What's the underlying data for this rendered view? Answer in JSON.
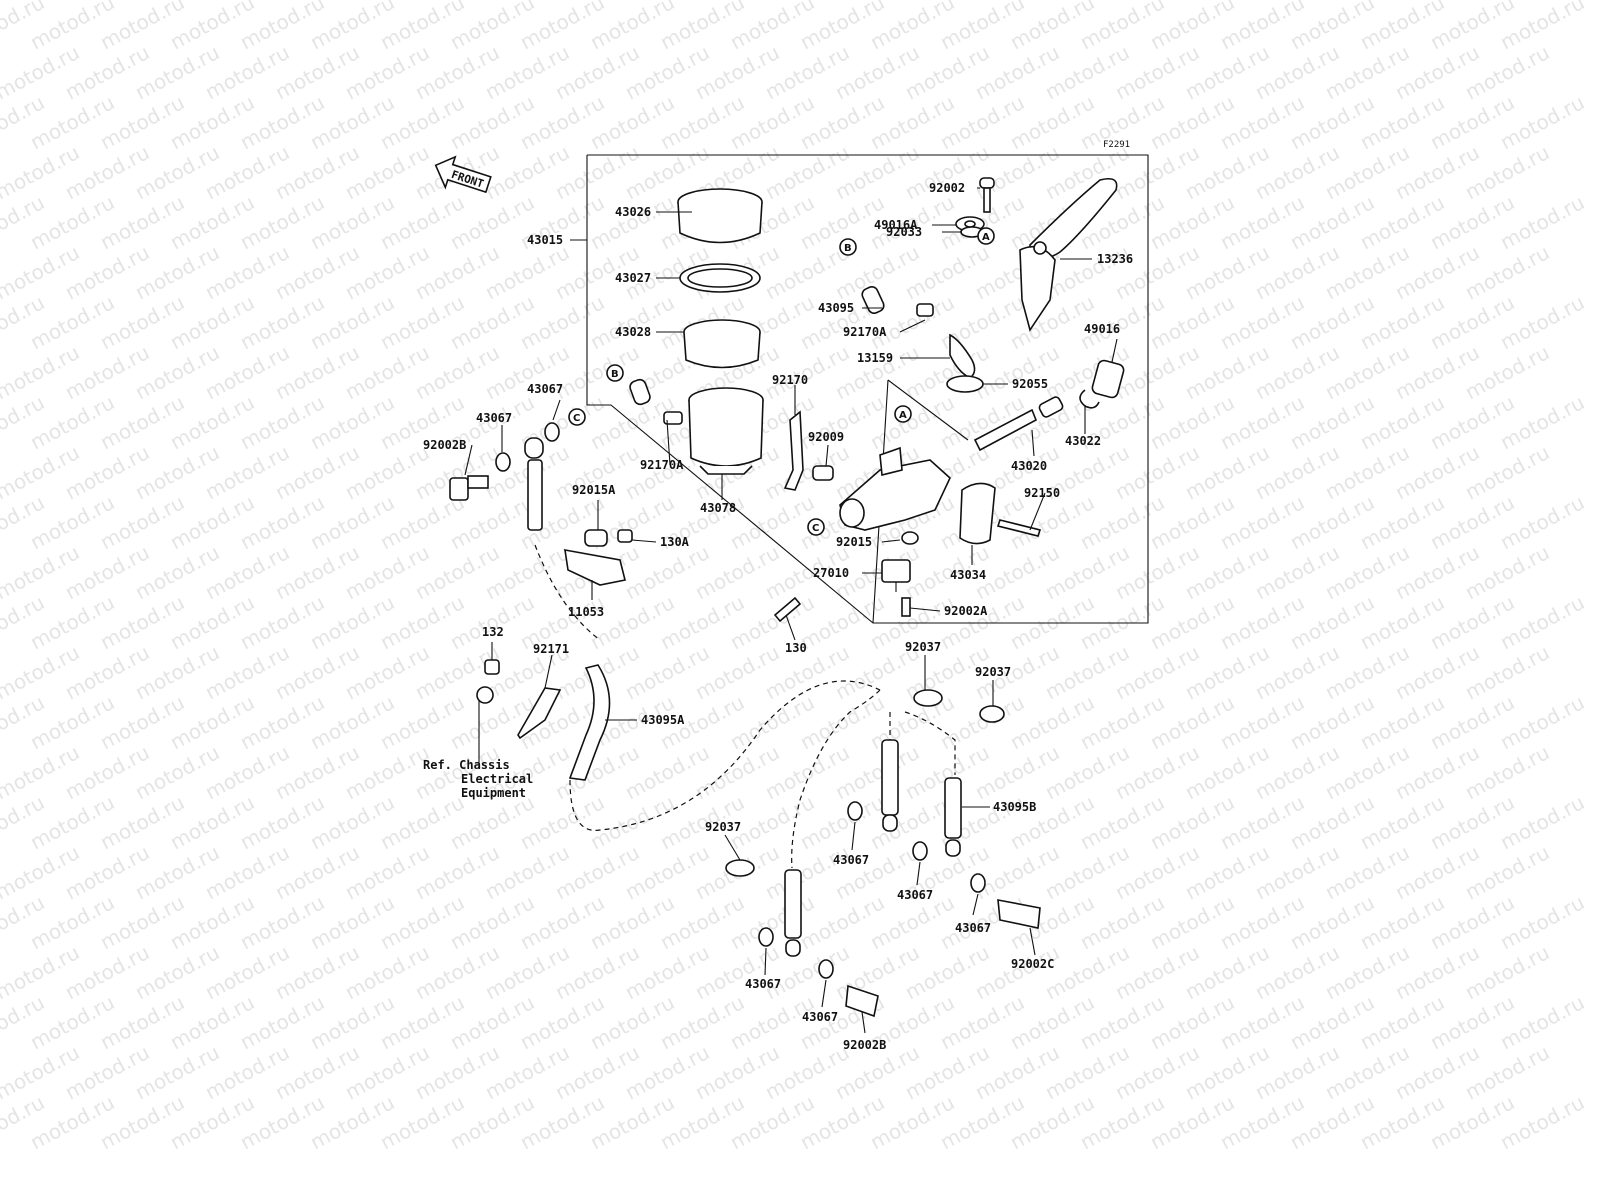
{
  "diagram": {
    "code": "F2291",
    "front_label": "FRONT",
    "watermark": "motod.ru",
    "markers": {
      "a": "A",
      "b": "B",
      "c": "C"
    },
    "reference_note": [
      "Ref. Chassis",
      "Electrical",
      "Equipment"
    ],
    "labels": {
      "p43026": "43026",
      "p43015": "43015",
      "p43027": "43027",
      "p43028": "43028",
      "p92002": "92002",
      "p49016A": "49016A",
      "p92033": "92033",
      "p13236": "13236",
      "p43095": "43095",
      "p92170A_top": "92170A",
      "p13159": "13159",
      "p49016": "49016",
      "p92055": "92055",
      "p92170": "92170",
      "p43067_a": "43067",
      "p43067_b": "43067",
      "p92002B_top": "92002B",
      "p92170A_left": "92170A",
      "p92009": "92009",
      "p43022": "43022",
      "p43020": "43020",
      "p92015A": "92015A",
      "p43078": "43078",
      "p92150": "92150",
      "p130A": "130A",
      "p92015": "92015",
      "p27010": "27010",
      "p43034": "43034",
      "p11053": "11053",
      "p92002A": "92002A",
      "p130": "130",
      "p132": "132",
      "p92171": "92171",
      "p92037_a": "92037",
      "p92037_b": "92037",
      "p43095A": "43095A",
      "p43095B": "43095B",
      "p92037_c": "92037",
      "p43067_c": "43067",
      "p43067_d": "43067",
      "p43067_e": "43067",
      "p92002C": "92002C",
      "p43067_f": "43067",
      "p43067_g": "43067",
      "p92002B_bottom": "92002B"
    }
  }
}
